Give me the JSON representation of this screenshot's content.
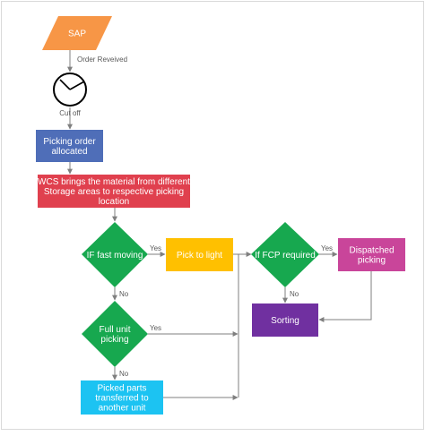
{
  "colors": {
    "sap": "#F79646",
    "blue": "#4F6EB8",
    "red": "#E0404E",
    "green": "#17A84F",
    "yellow": "#FFC000",
    "pink": "#C9459A",
    "purple": "#7030A0",
    "cyan": "#1CC3F2",
    "edge": "#7F7F7F",
    "frame": "#D9D9D9"
  },
  "nodes": {
    "sap": {
      "lines": [
        "SAP"
      ]
    },
    "clock": {
      "icon": "clock-icon"
    },
    "picking_order": {
      "lines": [
        "Picking order",
        "allocated"
      ]
    },
    "wcs": {
      "lines": [
        "WCS brings the material from different",
        "Storage areas to respective picking",
        "location"
      ]
    },
    "fast_moving": {
      "lines": [
        "IF fast moving"
      ]
    },
    "pick_to_light": {
      "lines": [
        "Pick to light"
      ]
    },
    "fcp_required": {
      "lines": [
        "If FCP required"
      ]
    },
    "dispatched": {
      "lines": [
        "Dispatched",
        "picking"
      ]
    },
    "sorting": {
      "lines": [
        "Sorting"
      ]
    },
    "full_unit": {
      "lines": [
        "Full unit",
        "picking"
      ]
    },
    "transferred": {
      "lines": [
        "Picked parts",
        "transferred to",
        "another unit"
      ]
    }
  },
  "edge_labels": {
    "order_received": "Order Reveived",
    "cut_off": "Cut off",
    "yes_fast": "Yes",
    "no_fast": "No",
    "yes_fcp": "Yes",
    "no_fcp": "No",
    "yes_full": "Yes",
    "no_full": "No"
  }
}
